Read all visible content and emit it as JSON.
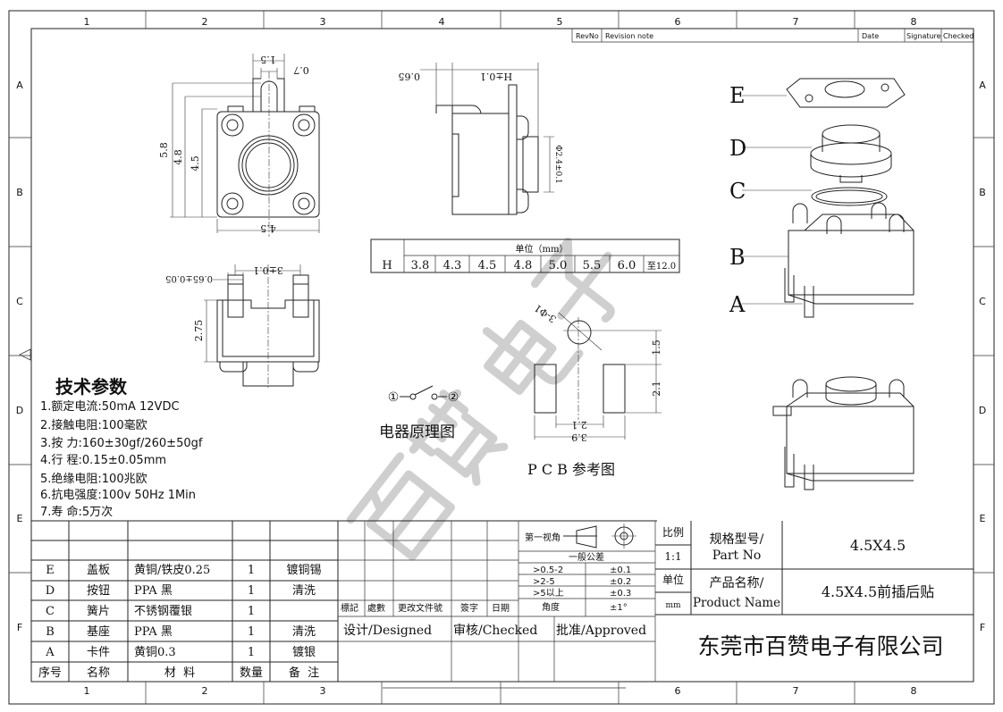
{
  "frame": {
    "columns": [
      "1",
      "2",
      "3",
      "4",
      "5",
      "6",
      "7",
      "8"
    ],
    "rows": [
      "A",
      "B",
      "C",
      "D",
      "E",
      "F"
    ]
  },
  "revision_header": {
    "rev_no": "RevNo",
    "revision_note": "Revision note",
    "date": "Date",
    "signature": "Signature",
    "checked": "Checked"
  },
  "top_view": {
    "dim_overall_height": "5.8",
    "dim_mid_height": "4.8",
    "dim_body_height": "4.5",
    "dim_width": "4.5",
    "dim_tab_width": "1.5",
    "dim_tab_slot": "0.7"
  },
  "side_view": {
    "dim_height": "H±0.1",
    "dim_flange": "0.65",
    "dim_stem_dia": "Φ2.4±0.1"
  },
  "front_view": {
    "dim_pin_pitch": "3±0.1",
    "dim_pin_width": "0.65±0.05",
    "dim_body_height": "2.75"
  },
  "h_table": {
    "unit": "单位（mm）",
    "row_label": "H",
    "values": [
      "3.8",
      "4.3",
      "4.5",
      "4.8",
      "5.0",
      "5.5",
      "6.0",
      "至12.0"
    ]
  },
  "schematic": {
    "terminal_1": "①",
    "terminal_2": "②",
    "label": "电器原理图"
  },
  "pcb": {
    "dim_hole": "3-Φ1",
    "dim_offset": "1.5",
    "dim_pad_height": "2.1",
    "dim_inner": "2.1",
    "dim_outer": "3.9",
    "label": "P C B 参考图"
  },
  "exploded_labels": [
    "E",
    "D",
    "C",
    "B",
    "A"
  ],
  "watermark": "百赞电子",
  "tech_params": {
    "title": "技术参数",
    "items": [
      "1.额定电流:50mA 12VDC",
      "2.接触电阻:100毫欧",
      "3.按    力:160±30gf/260±50gf",
      "4.行    程:0.15±0.05mm",
      "5.绝缘电阻:100兆欧",
      "6.抗电强度:100v 50Hz 1Min",
      "7.寿    命:5万次"
    ]
  },
  "bom": {
    "headers": [
      "序号",
      "名称",
      "材  料",
      "数量",
      "备  注"
    ],
    "rows": [
      [
        "E",
        "盖板",
        "黄铜/铁皮0.25",
        "1",
        "镀铜锡"
      ],
      [
        "D",
        "按钮",
        "PPA 黑",
        "1",
        "清洗"
      ],
      [
        "C",
        "簧片",
        "不锈钢覆银",
        "1",
        ""
      ],
      [
        "B",
        "基座",
        "PPA 黑",
        "1",
        "清洗"
      ],
      [
        "A",
        "卡件",
        "黄铜0.3",
        "1",
        "镀银"
      ]
    ]
  },
  "change_block": {
    "headers": [
      "標記",
      "處數",
      "更改文件號",
      "簽字",
      "日期"
    ]
  },
  "approvals": {
    "designed": "设计/Designed",
    "checked": "审核/Checked",
    "approved": "批准/Approved"
  },
  "tolerance": {
    "projection": "第一视角",
    "title": "一般公差",
    "rows": [
      [
        ">0.5-2",
        "±0.1"
      ],
      [
        ">2-5",
        "±0.2"
      ],
      [
        ">5以上",
        "±0.3"
      ],
      [
        "角度",
        "±1°"
      ]
    ]
  },
  "title_block": {
    "scale_label": "比例",
    "scale_value": "1:1",
    "unit_label": "单位",
    "unit_value": "mm",
    "part_no_label_cn": "规格型号/",
    "part_no_label_en": "Part No",
    "part_no": "4.5X4.5",
    "product_name_label_cn": "产品名称/",
    "product_name_label_en": "Product Name",
    "product_name": "4.5X4.5前插后贴",
    "company": "东莞市百赞电子有限公司"
  }
}
